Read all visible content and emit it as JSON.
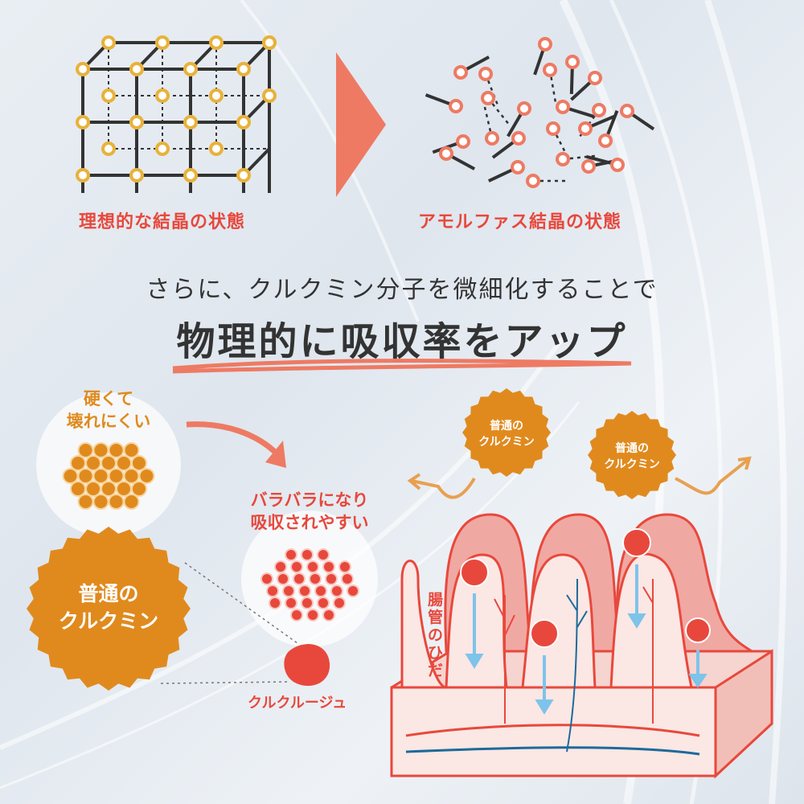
{
  "top": {
    "left_caption": "理想的な結晶の状態",
    "right_caption": "アモルファス結晶の状態"
  },
  "lead": "さらに、クルクミン分子を微細化することで",
  "headline": "物理的に吸収率をアップ",
  "left": {
    "hard_label": [
      "硬くて",
      "壊れにくい"
    ],
    "scatter_label": [
      "バラバラになり",
      "吸収されやすい"
    ],
    "big_badge": [
      "普通の",
      "クルクミン"
    ],
    "product": "クルクルージュ"
  },
  "right": {
    "badge1": [
      "普通の",
      "クルクミン"
    ],
    "badge2": [
      "普通の",
      "クルクミン"
    ],
    "intestine_label": [
      "腸",
      "管",
      "の",
      "ひ",
      "だ"
    ]
  },
  "colors": {
    "accent": "#e8483c",
    "salmon": "#ee7a63",
    "orange": "#e08a1e",
    "yellow": "#e8b23a",
    "text": "#333333",
    "vein": "#1d6a9a"
  }
}
